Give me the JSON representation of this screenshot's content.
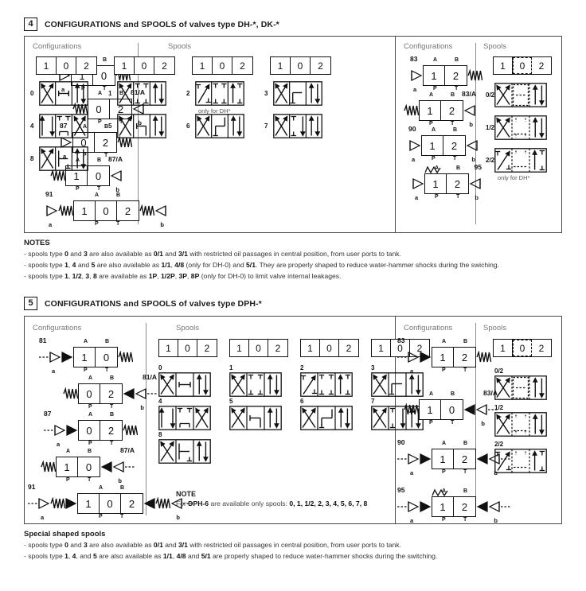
{
  "sections": [
    {
      "number": "4",
      "title": "CONFIGURATIONS and SPOOLS of valves type DH-*, DK-*",
      "labels": {
        "configurations": "Configurations",
        "spools": "Spools"
      },
      "left_configurations": [
        {
          "name": "81",
          "cells": [
            "1",
            "0"
          ],
          "ports": [
            "A",
            "B"
          ],
          "bottom": [
            "P",
            "T"
          ],
          "left_actuator": "lever",
          "right_actuator": "spring",
          "left_tag": "a",
          "right_tag": "",
          "pilot": false
        },
        {
          "name": "81/A",
          "cells": [
            "0",
            "2"
          ],
          "ports": [
            "A",
            "B"
          ],
          "bottom": [
            "P",
            "T"
          ],
          "left_actuator": "spring",
          "right_actuator": "lever",
          "left_tag": "",
          "right_tag": "b",
          "pilot": false
        },
        {
          "name": "87",
          "cells": [
            "0",
            "2"
          ],
          "ports": [
            "A",
            "B"
          ],
          "bottom": [
            "P",
            "T"
          ],
          "left_actuator": "lever",
          "right_actuator": "spring",
          "left_tag": "a",
          "right_tag": "",
          "pilot": false
        },
        {
          "name": "87/A",
          "cells": [
            "1",
            "0"
          ],
          "ports": [
            "A",
            "B"
          ],
          "bottom": [
            "P",
            "T"
          ],
          "left_actuator": "spring",
          "right_actuator": "lever",
          "left_tag": "",
          "right_tag": "b",
          "pilot": false
        },
        {
          "name": "91",
          "cells": [
            "1",
            "0",
            "2"
          ],
          "ports": [
            "A",
            "B"
          ],
          "bottom": [
            "P",
            "T"
          ],
          "left_actuator": "lever-spring",
          "right_actuator": "spring-lever",
          "left_tag": "a",
          "right_tag": "b",
          "pilot": false
        }
      ],
      "right_configurations": [
        {
          "name": "83",
          "cells": [
            "1",
            "2"
          ],
          "ports": [
            "A",
            "B"
          ],
          "bottom": [
            "P",
            "T"
          ],
          "left_actuator": "lever",
          "right_actuator": "spring",
          "left_tag": "a",
          "right_tag": "",
          "pilot": false
        },
        {
          "name": "83/A",
          "cells": [
            "1",
            "2"
          ],
          "ports": [
            "A",
            "B"
          ],
          "bottom": [
            "P",
            "T"
          ],
          "left_actuator": "spring",
          "right_actuator": "lever",
          "left_tag": "",
          "right_tag": "b",
          "pilot": false
        },
        {
          "name": "90",
          "cells": [
            "1",
            "2"
          ],
          "ports": [
            "A",
            "B"
          ],
          "bottom": [
            "P",
            "T"
          ],
          "left_actuator": "lever",
          "right_actuator": "lever",
          "left_tag": "a",
          "right_tag": "b",
          "pilot": false
        },
        {
          "name": "95",
          "cells": [
            "1",
            "2"
          ],
          "ports": [
            "A",
            "B"
          ],
          "bottom": [
            "P",
            "T"
          ],
          "left_actuator": "lever-detent",
          "right_actuator": "lever",
          "left_tag": "a",
          "right_tag": "b",
          "pilot": false
        }
      ],
      "left_spools": {
        "header_cells": [
          "1",
          "0",
          "2"
        ],
        "header_count": 4,
        "items": [
          {
            "id": "0",
            "pattern": "cross-block-arrows",
            "note": "",
            "num_pos": "left"
          },
          {
            "id": "1",
            "pattern": "cross-tt-arrows",
            "note": "",
            "num_pos": "left"
          },
          {
            "id": "2",
            "pattern": "diag-tt-arrows",
            "note": "only for DH*",
            "num_pos": "left"
          },
          {
            "id": "3",
            "pattern": "cross-step-arrows",
            "note": "",
            "num_pos": "left"
          },
          {
            "id": "4",
            "pattern": "arrows-tt-cross",
            "note": "",
            "num_pos": "left"
          },
          {
            "id": "5",
            "pattern": "cross-hook-arrows",
            "note": "",
            "num_pos": "left"
          },
          {
            "id": "6",
            "pattern": "cross-zig-arrows",
            "note": "",
            "num_pos": "left"
          },
          {
            "id": "7",
            "pattern": "cross-tdown-arrows",
            "note": "",
            "num_pos": "left"
          },
          {
            "id": "8",
            "pattern": "cross-bar-arrows",
            "note": "",
            "num_pos": "left"
          }
        ]
      },
      "right_spools": {
        "header_cells": [
          "1",
          "0",
          "2"
        ],
        "header_dashed_index": 1,
        "items": [
          {
            "id": "0/2",
            "pattern": "cross-dashdot-arrows",
            "note": ""
          },
          {
            "id": "1/2",
            "pattern": "cross-dashtt-arrows",
            "note": ""
          },
          {
            "id": "2/2",
            "pattern": "diag-dashtt-arrows",
            "note": "only for DH*"
          }
        ]
      },
      "notes": {
        "title": "NOTES",
        "lines": [
          "- spools type 0 and 3 are also available as 0/1 and 3/1 with restricted oil passages in central position, from user ports to tank.",
          "- spools type 1, 4 and 5 are also available as 1/1, 4/8 (only for DH-0) and 5/1. They are properly shaped to reduce water-hammer shocks during the swiching.",
          "- spools type 1, 1/2, 3, 8 are available as 1P, 1/2P, 3P, 8P (only for DH-0) to limit valve internal leakages."
        ]
      }
    },
    {
      "number": "5",
      "title": "CONFIGURATIONS and SPOOLS of valves type DPH-*",
      "labels": {
        "configurations": "Configurations",
        "spools": "Spools"
      },
      "left_configurations": [
        {
          "name": "81",
          "cells": [
            "1",
            "0"
          ],
          "ports": [
            "A",
            "B"
          ],
          "bottom": [
            "P",
            "T"
          ],
          "left_actuator": "pilot-lever",
          "right_actuator": "spring",
          "left_tag": "a",
          "right_tag": "",
          "pilot": true
        },
        {
          "name": "81/A",
          "cells": [
            "0",
            "2"
          ],
          "ports": [
            "A",
            "B"
          ],
          "bottom": [
            "P",
            "T"
          ],
          "left_actuator": "spring",
          "right_actuator": "pilot-lever",
          "left_tag": "",
          "right_tag": "b",
          "pilot": true
        },
        {
          "name": "87",
          "cells": [
            "0",
            "2"
          ],
          "ports": [
            "A",
            "B"
          ],
          "bottom": [
            "P",
            "T"
          ],
          "left_actuator": "pilot-lever",
          "right_actuator": "spring",
          "left_tag": "a",
          "right_tag": "",
          "pilot": true
        },
        {
          "name": "87/A",
          "cells": [
            "1",
            "0"
          ],
          "ports": [
            "A",
            "B"
          ],
          "bottom": [
            "P",
            "T"
          ],
          "left_actuator": "spring",
          "right_actuator": "pilot-lever",
          "left_tag": "",
          "right_tag": "b",
          "pilot": true
        },
        {
          "name": "91",
          "cells": [
            "1",
            "0",
            "2"
          ],
          "ports": [
            "A",
            "B"
          ],
          "bottom": [
            "P",
            "T"
          ],
          "left_actuator": "pilot-spring",
          "right_actuator": "spring-pilot",
          "left_tag": "a",
          "right_tag": "b",
          "pilot": true
        }
      ],
      "right_configurations": [
        {
          "name": "83",
          "cells": [
            "1",
            "2"
          ],
          "ports": [
            "A",
            "B"
          ],
          "bottom": [
            "P",
            "T"
          ],
          "left_actuator": "pilot-lever",
          "right_actuator": "spring",
          "left_tag": "a",
          "right_tag": "",
          "pilot": true
        },
        {
          "name": "83/A",
          "cells": [
            "1",
            "0"
          ],
          "ports": [
            "A",
            "B"
          ],
          "bottom": [
            "P",
            "T"
          ],
          "left_actuator": "spring",
          "right_actuator": "pilot-lever",
          "left_tag": "",
          "right_tag": "b",
          "pilot": true
        },
        {
          "name": "90",
          "cells": [
            "1",
            "2"
          ],
          "ports": [
            "A",
            "B"
          ],
          "bottom": [
            "P",
            "T"
          ],
          "left_actuator": "pilot-lever",
          "right_actuator": "pilot-lever",
          "left_tag": "a",
          "right_tag": "b",
          "pilot": true
        },
        {
          "name": "95",
          "cells": [
            "1",
            "2"
          ],
          "ports": [
            "A",
            "B"
          ],
          "bottom": [
            "P",
            "T"
          ],
          "left_actuator": "pilot-detent",
          "right_actuator": "pilot-lever",
          "left_tag": "a",
          "right_tag": "b",
          "pilot": true
        }
      ],
      "left_spools": {
        "header_cells": [
          "1",
          "0",
          "2"
        ],
        "header_count": 4,
        "items": [
          {
            "id": "0",
            "pattern": "cross-block-arrows",
            "note": "",
            "num_pos": "top"
          },
          {
            "id": "1",
            "pattern": "cross-tt-arrows",
            "note": "",
            "num_pos": "top"
          },
          {
            "id": "2",
            "pattern": "diag-tt-arrows",
            "note": "",
            "num_pos": "top"
          },
          {
            "id": "3",
            "pattern": "cross-step-arrows",
            "note": "",
            "num_pos": "top"
          },
          {
            "id": "4",
            "pattern": "arrows-tt-cross",
            "note": "",
            "num_pos": "top"
          },
          {
            "id": "5",
            "pattern": "cross-hook-arrows",
            "note": "",
            "num_pos": "top"
          },
          {
            "id": "6",
            "pattern": "cross-zig-arrows",
            "note": "",
            "num_pos": "top"
          },
          {
            "id": "7",
            "pattern": "cross-tdown-arrows",
            "note": "",
            "num_pos": "top"
          },
          {
            "id": "8",
            "pattern": "cross-bar-arrows",
            "note": "",
            "num_pos": "top"
          }
        ]
      },
      "right_spools": {
        "header_cells": [
          "1",
          "0",
          "2"
        ],
        "header_dashed_index": 1,
        "items": [
          {
            "id": "0/2",
            "pattern": "cross-dashdot-arrows",
            "note": ""
          },
          {
            "id": "1/2",
            "pattern": "cross-dashtt-arrows",
            "note": ""
          },
          {
            "id": "2/2",
            "pattern": "diag-dashtt-arrows",
            "note": ""
          }
        ]
      },
      "inline_note": {
        "title": "NOTE",
        "text": "For DPH-6 are available only spools: 0, 1, 1/2, 2, 3, 4, 5, 6, 7, 8",
        "bold_token": "DPH-6"
      },
      "notes": {
        "title": "Special shaped spools",
        "lines": [
          "- spools type 0 and 3 are also available as 0/1 and 3/1 with restricted oil passages in central position, from user ports to tank.",
          "- spools type 1, 4, and 5 are also available as 1/1, 4/8 and 5/1 are properly shaped to reduce water-hammer shocks during the switching."
        ]
      }
    }
  ],
  "colors": {
    "ink": "#111111",
    "panel_border": "#4a4a4a",
    "label_gray": "#777777",
    "note_gray": "#333333"
  }
}
